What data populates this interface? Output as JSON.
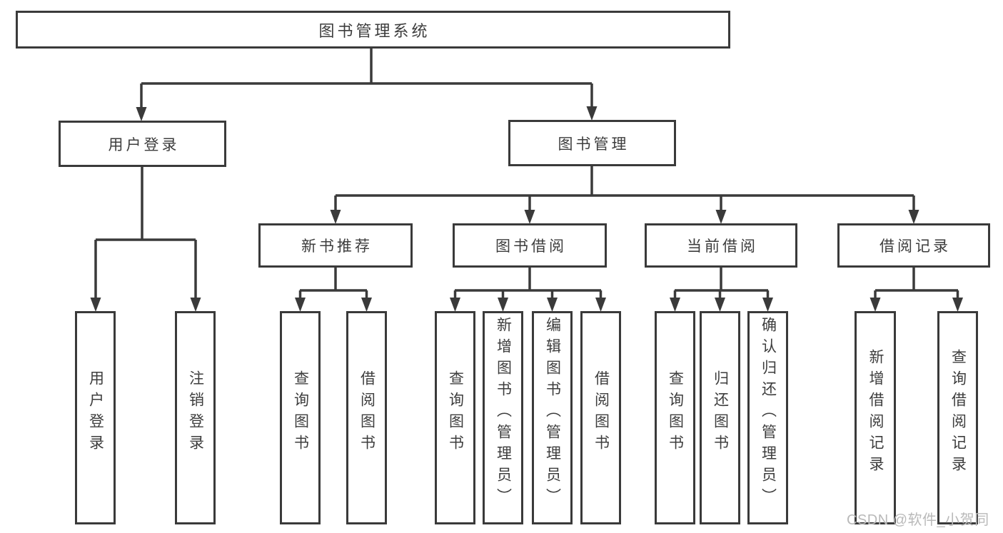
{
  "diagram": {
    "root": {
      "label": "图书管理系统"
    },
    "level2": [
      {
        "label": "用户登录"
      },
      {
        "label": "图书管理"
      }
    ],
    "level3": [
      {
        "label": "新书推荐"
      },
      {
        "label": "图书借阅"
      },
      {
        "label": "当前借阅"
      },
      {
        "label": "借阅记录"
      }
    ],
    "leaves": {
      "user_login": [
        {
          "label": "用户登录"
        },
        {
          "label": "注销登录"
        }
      ],
      "new_book_recommend": [
        {
          "label": "查询图书"
        },
        {
          "label": "借阅图书"
        }
      ],
      "book_borrow": [
        {
          "label": "查询图书"
        },
        {
          "label": "新增图书（管理员）"
        },
        {
          "label": "编辑图书（管理员）"
        },
        {
          "label": "借阅图书"
        }
      ],
      "current_borrow": [
        {
          "label": "查询图书"
        },
        {
          "label": "归还图书"
        },
        {
          "label": "确认归还（管理员）"
        }
      ],
      "borrow_record": [
        {
          "label": "新增借阅记录"
        },
        {
          "label": "查询借阅记录"
        }
      ]
    },
    "colors": {
      "line": "#3a3a3a",
      "text": "#3d3d3d",
      "background": "#ffffff",
      "watermark": "#b9b9b9"
    }
  },
  "watermark": {
    "text": "CSDN @软件_小贺同学"
  }
}
